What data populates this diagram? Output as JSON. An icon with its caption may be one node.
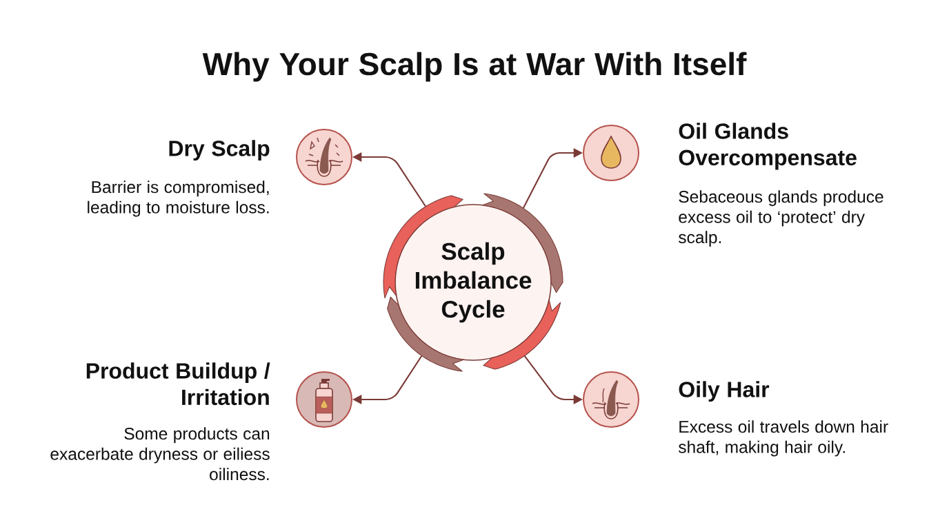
{
  "diagram": {
    "title": "Why Your Scalp Is at War With Itself",
    "nodes": [
      {
        "text": [
          "Scalp Imbalance Cycle"
        ]
      },
      {
        "text": [
          "Dry Scalp",
          "Barrier is compromised, leading to moisture loss."
        ]
      },
      {
        "text": [
          "Oil Glands Overcompensate",
          "Sebaceous glands produce excess oil to ‘protect’ dry scalp."
        ]
      },
      {
        "text": [
          "Product Buildup / Irritation",
          "Some products can exacerbate dryness or eiliess oiliness."
        ]
      },
      {
        "text": [
          "Oily Hair",
          "Excess oil travels down hair shaft, making hair oily."
        ]
      }
    ],
    "edges": [
      {
        "from": 0,
        "to": 1,
        "arrow": "to"
      },
      {
        "from": 0,
        "to": 2,
        "arrow": "to"
      },
      {
        "from": 0,
        "to": 3,
        "arrow": "to"
      },
      {
        "from": 0,
        "to": 4,
        "arrow": "to"
      }
    ]
  }
}
